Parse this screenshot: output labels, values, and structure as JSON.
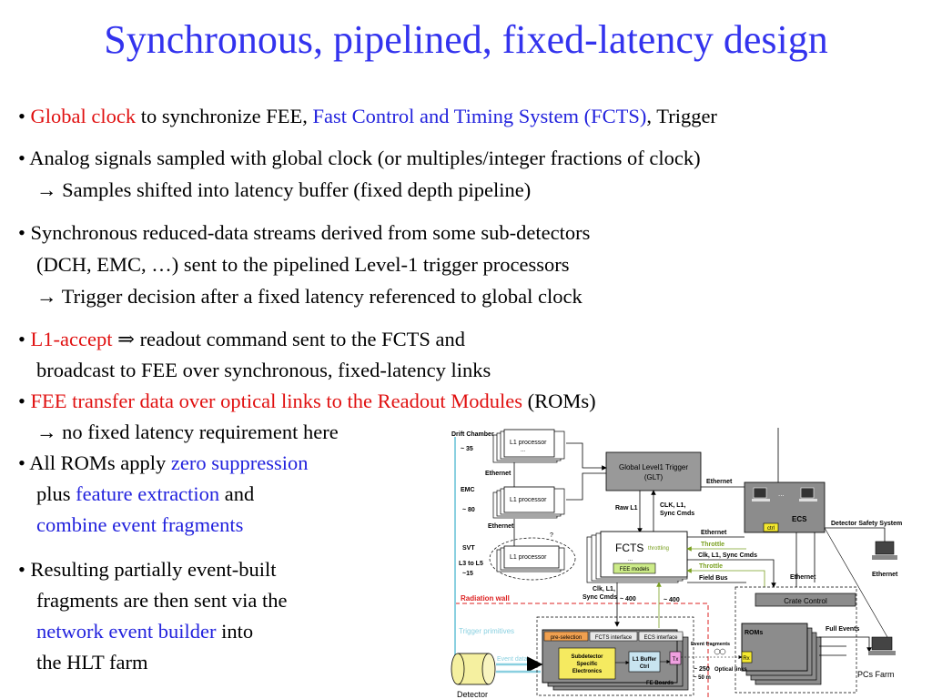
{
  "title": "Synchronous, pipelined, fixed-latency design",
  "bullets": {
    "b1": {
      "dot": "•",
      "p1": "Global clock",
      "p2": " to synchronize FEE, ",
      "p3": "Fast Control and Timing System (FCTS)",
      "p4": ", Trigger"
    },
    "b2": {
      "dot": "•",
      "l1": "Analog signals sampled with global clock (or multiples/integer fractions of clock)",
      "arrow": "→",
      "l2": " Samples shifted into latency buffer (fixed depth pipeline)"
    },
    "b3": {
      "dot": "•",
      "l1": "Synchronous reduced-data streams derived from some sub-detectors",
      "l2": "(DCH, EMC, …) sent to the pipelined Level-1 trigger processors",
      "arrow": "→",
      "l3": " Trigger decision after a fixed latency referenced to global clock"
    },
    "b4": {
      "dot": "•",
      "p1": "L1-accept",
      "arrow": " ⇒ ",
      "p2": "readout command sent to the FCTS and",
      "l2": "broadcast to FEE over synchronous, fixed-latency links"
    },
    "b5": {
      "dot": "•",
      "p1": "FEE transfer data over optical links to the Readout Modules",
      "p2": " (ROMs)",
      "arrow": "→",
      "l2": " no fixed latency requirement here"
    },
    "b6": {
      "dot": "•",
      "p1": "All ROMs apply ",
      "p2": "zero suppression",
      "l2a": "plus ",
      "l2b": "feature extraction",
      "l2c": " and",
      "l3": "combine event fragments"
    },
    "b7": {
      "dot": "•",
      "l1": "Resulting partially event-built",
      "l2": "fragments are then sent via the",
      "l3a": "network event builder",
      "l3b": " into",
      "l4": "the HLT farm"
    }
  },
  "diagram": {
    "drift_chamber": "Drift Chamber",
    "dc_count": "~ 35",
    "emc": "EMC",
    "emc_count": "~ 80",
    "svt": "SVT",
    "svt_l3": "L3 to L5",
    "svt_count": "~15",
    "l1_processor": "L1 processor",
    "ellipsis": "...",
    "ethernet": "Ethernet",
    "question": "?",
    "glt_l1": "Global Level1 Trigger",
    "glt_l2": "(GLT)",
    "raw_l1": "Raw L1",
    "clk_l1": "CLK, L1,",
    "sync_cmds": "Sync Cmds",
    "fcts": "FCTS",
    "throttling": "throttling",
    "fee_models": "FEE models",
    "throttle": "Throttle",
    "clk_l1_sync": "Clk, L1, Sync Cmds",
    "field_bus": "Field Bus",
    "clk_l1_b": "Clk, L1,",
    "sync_cmds_b": "Sync Cmds",
    "approx_400": "~ 400",
    "ecs": "ECS",
    "ctrl": "ctrl",
    "detector_safety": "Detector Safety System",
    "crate_control": "Crate Control",
    "radiation_wall": "Radiation wall",
    "trigger_primitives": "Trigger primitives",
    "event_data": "Event data",
    "pre_selection": "pre-selection",
    "fcts_interface": "FCTS interface",
    "ecs_interface": "ECS interface",
    "subdetector_l1": "Subdetector",
    "subdetector_l2": "Specific",
    "subdetector_l3": "Electronics",
    "l1_buffer_l1": "L1 Buffer",
    "l1_buffer_l2": "Ctrl",
    "tx": "Tx",
    "rx": "Rx",
    "fe_boards": "FE Boards",
    "event_fragments": "Event fragments",
    "optical_count": "~ 250",
    "optical_links": "Optical links",
    "length": "~ 50 m",
    "roms": "ROMs",
    "full_events": "Full Events",
    "pcs_farm": "PCs Farm",
    "detector": "Detector"
  }
}
